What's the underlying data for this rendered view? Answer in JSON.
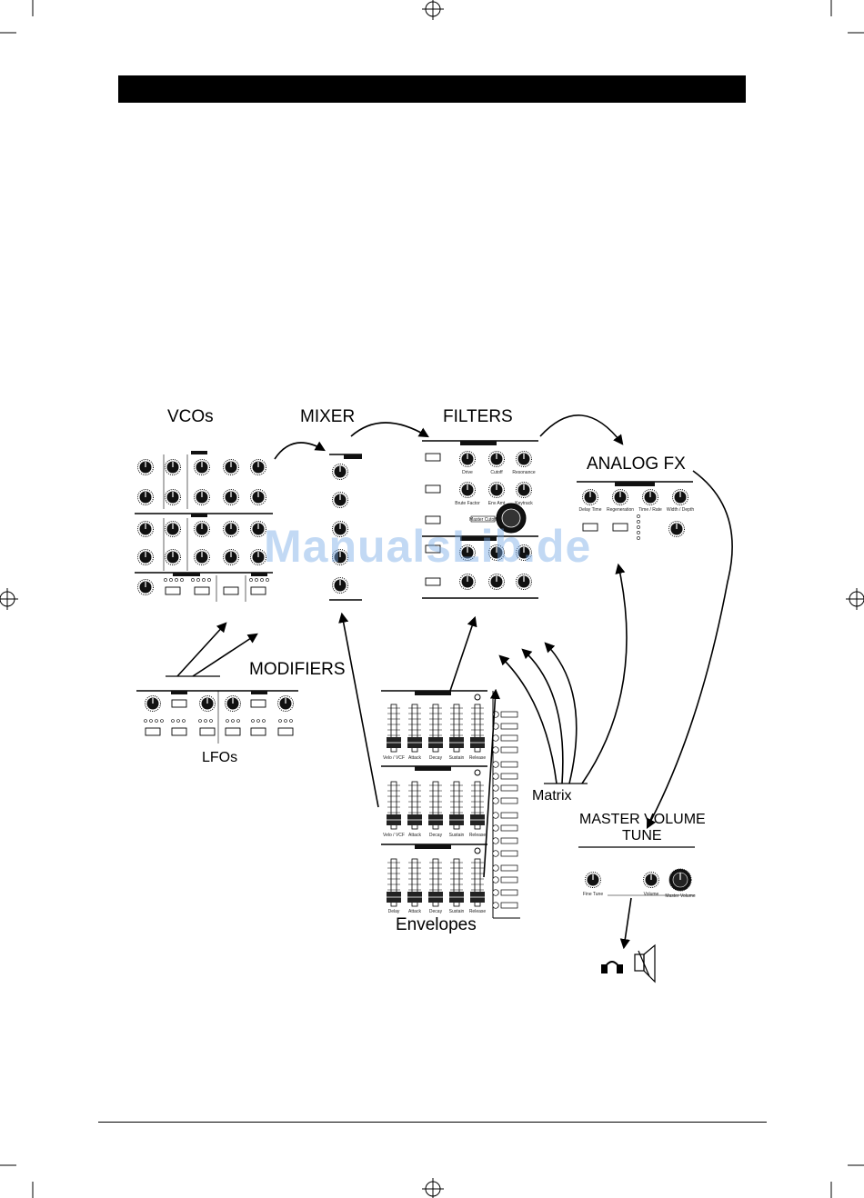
{
  "labels": {
    "vcos": "VCOs",
    "mixer": "MIXER",
    "filters": "FILTERS",
    "analog_fx": "ANALOG FX",
    "modifiers": "MODIFIERS",
    "lfos": "LFOs",
    "matrix": "Matrix",
    "master_volume": "MASTER VOLUME",
    "tune": "TUNE",
    "envelopes": "Envelopes"
  },
  "watermark": "ManualsLib.de",
  "envelopes": {
    "env1_sliders": [
      "Velo / VCF",
      "Attack",
      "Decay",
      "Sustain",
      "Release"
    ],
    "env2_sliders": [
      "Velo / VCF",
      "Attack",
      "Decay",
      "Sustain",
      "Release"
    ],
    "env3_sliders": [
      "Delay",
      "Attack",
      "Decay",
      "Sustain",
      "Release"
    ]
  },
  "filters": {
    "knob_labels": [
      "Drive",
      "Cutoff",
      "Resonance",
      "Brute Factor",
      "Env Amt",
      "Keytrack"
    ],
    "master_cutoff": "Master Cutoff"
  },
  "analog_fx": {
    "knob_labels": [
      "Delay Time",
      "Regeneration",
      "Time / Rate",
      "Width / Depth"
    ]
  },
  "master": {
    "knob_labels": [
      "Fine Tune",
      "Volume",
      "Master Volume"
    ]
  },
  "colors": {
    "ink": "#000000",
    "panel_line": "#222222",
    "watermark": "#78aae6"
  }
}
